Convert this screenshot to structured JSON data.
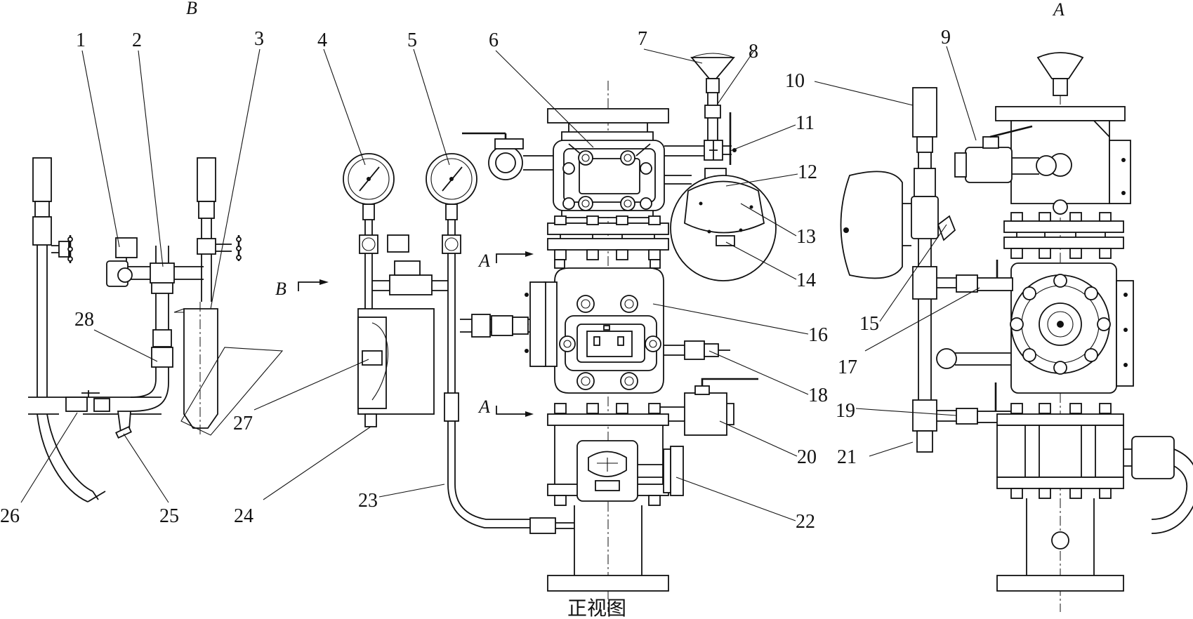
{
  "caption": "正视图",
  "view_labels": [
    {
      "text": "B"
    },
    {
      "text": "A"
    },
    {
      "text": "A"
    },
    {
      "text": "A"
    },
    {
      "text": "B"
    }
  ],
  "callouts": [
    {
      "text": "1"
    },
    {
      "text": "2"
    },
    {
      "text": "3"
    },
    {
      "text": "4"
    },
    {
      "text": "5"
    },
    {
      "text": "6"
    },
    {
      "text": "7"
    },
    {
      "text": "8"
    },
    {
      "text": "9"
    },
    {
      "text": "10"
    },
    {
      "text": "11"
    },
    {
      "text": "12"
    },
    {
      "text": "13"
    },
    {
      "text": "14"
    },
    {
      "text": "15"
    },
    {
      "text": "16"
    },
    {
      "text": "17"
    },
    {
      "text": "18"
    },
    {
      "text": "19"
    },
    {
      "text": "20"
    },
    {
      "text": "21"
    },
    {
      "text": "22"
    },
    {
      "text": "23"
    },
    {
      "text": "24"
    },
    {
      "text": "25"
    },
    {
      "text": "26"
    },
    {
      "text": "27"
    },
    {
      "text": "28"
    }
  ]
}
